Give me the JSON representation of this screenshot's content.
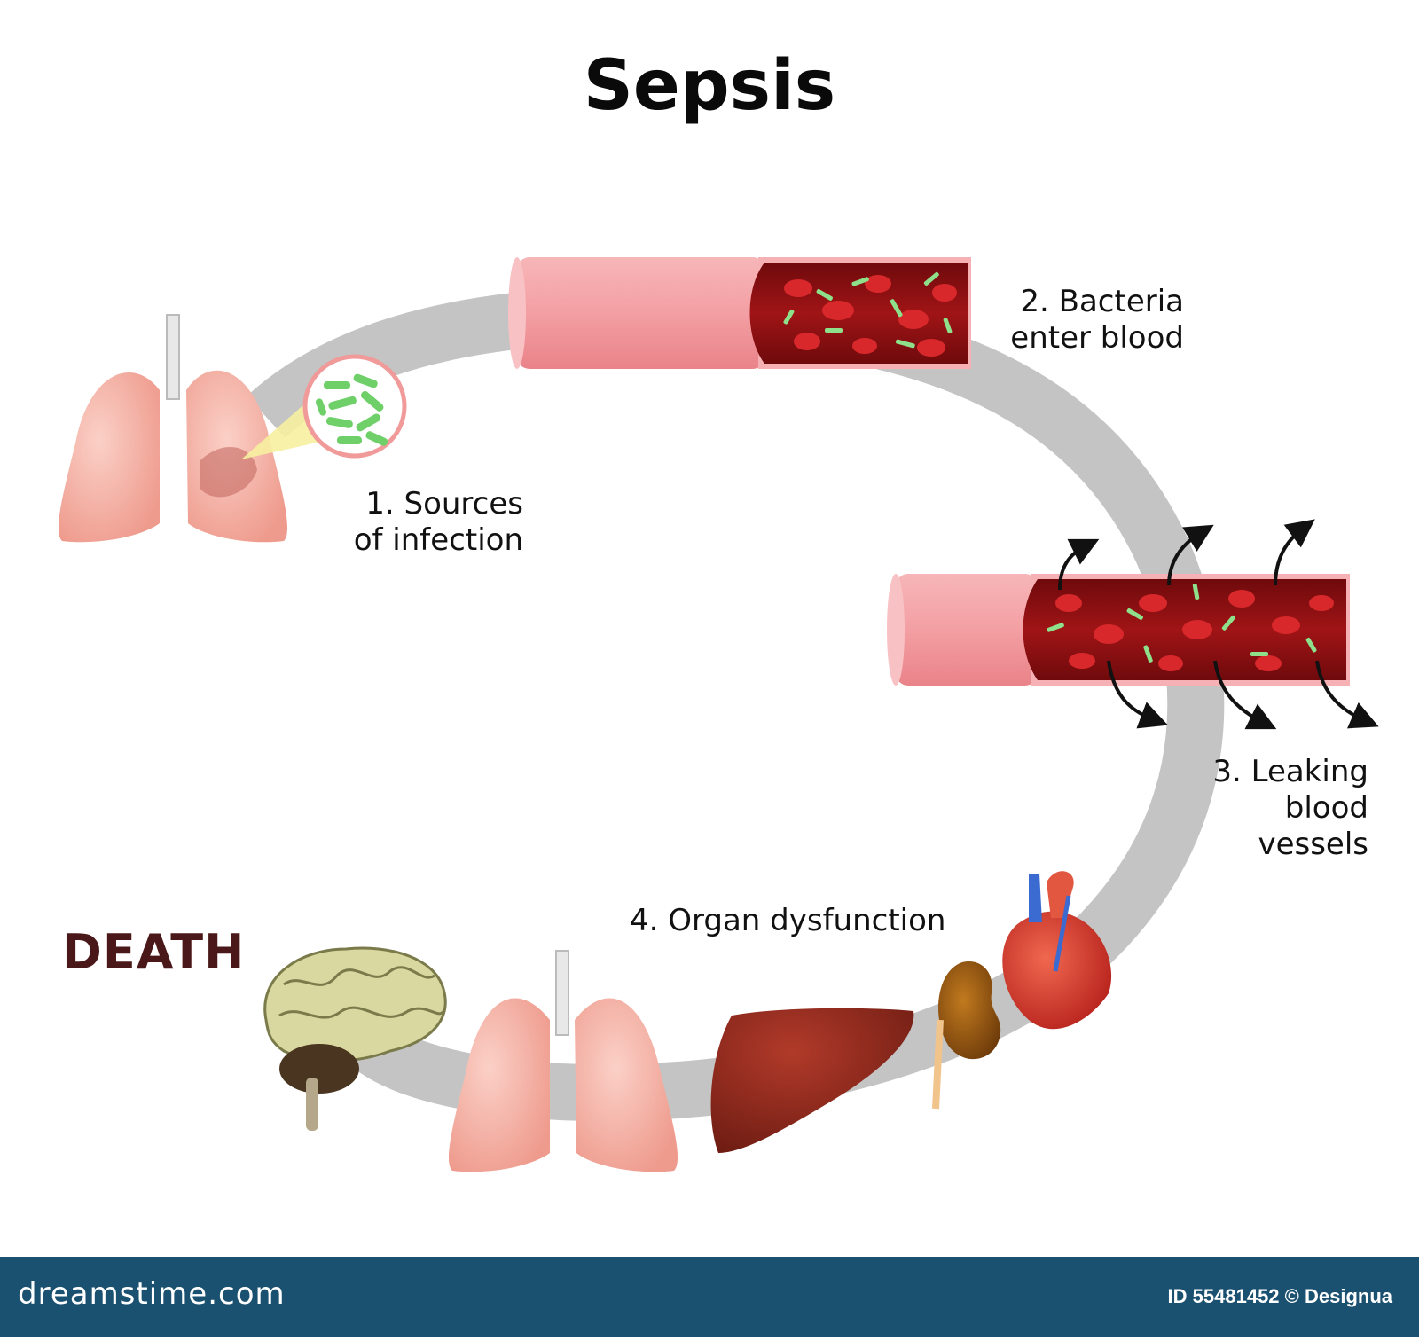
{
  "title": "Sepsis",
  "steps": {
    "s1_line1": "1. Sources",
    "s1_line2": "of infection",
    "s2_line1": "2. Bacteria",
    "s2_line2": "enter blood",
    "s3_line1": "3. Leaking",
    "s3_line2": "blood",
    "s3_line3": "vessels",
    "s4": "4. Organ dysfunction"
  },
  "outcome": "DEATH",
  "footer": {
    "site": "dreamstime.com",
    "credit": "ID 55481452 © Designua"
  },
  "colors": {
    "path": "#c2c2c2",
    "vessel_wall": "#f3a0a3",
    "blood": "#8e0f12",
    "rbc": "#d4262a",
    "bacteria": "#7fd87a",
    "lung": "#f4a79b",
    "liver": "#8f2a1e",
    "kidney": "#9b5a12",
    "heart": "#d83a2c",
    "brain": "#d7d6a0",
    "death_text": "#4a1818",
    "footer_bg": "#1b5170"
  },
  "icons": [
    "lung-icon",
    "bacteria-magnifier-icon",
    "blood-vessel-icon",
    "leak-arrow-icon",
    "brain-icon",
    "liver-icon",
    "kidney-icon",
    "heart-icon"
  ]
}
